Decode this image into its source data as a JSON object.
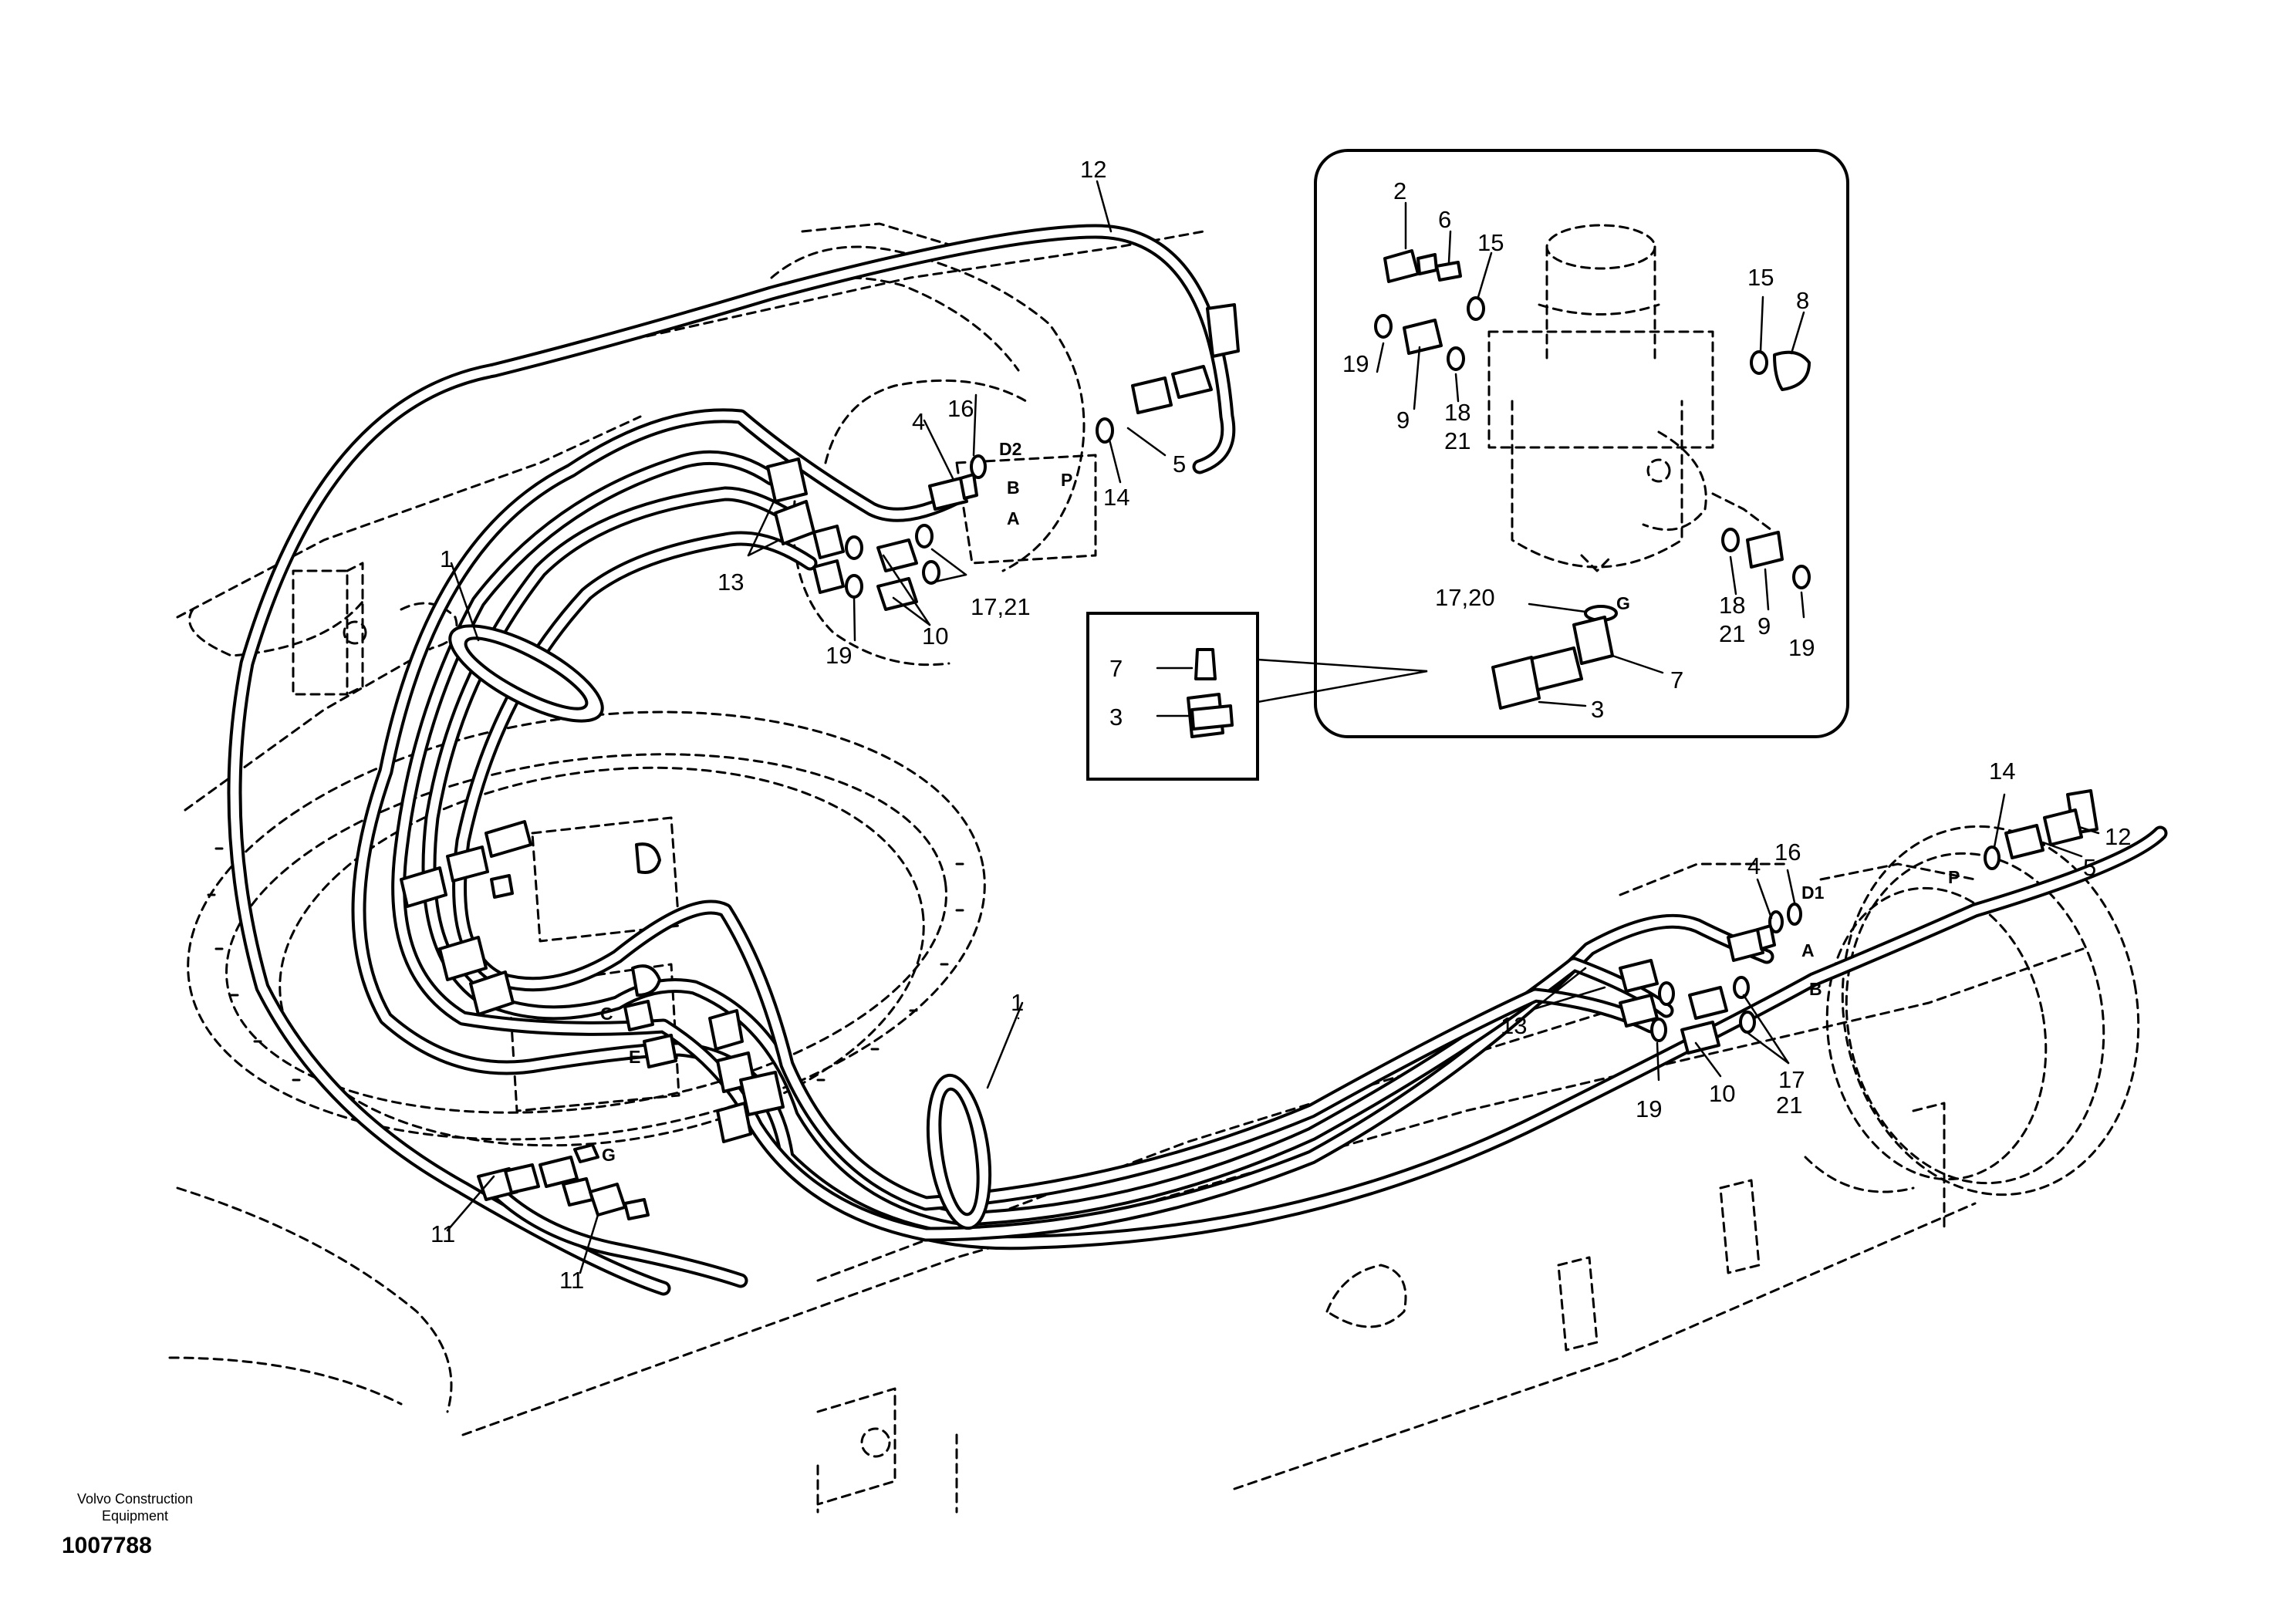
{
  "callouts": {
    "c1_left": "1",
    "c1_right": "1",
    "c2": "2",
    "c3_inset": "3",
    "c3_detail": "3",
    "c4_left": "4",
    "c4_right": "4",
    "c5_left": "5",
    "c5_right": "5",
    "c6": "6",
    "c7_inset": "7",
    "c7_detail": "7",
    "c8": "8",
    "c9_a": "9",
    "c9_b": "9",
    "c10_left": "10",
    "c10_right": "10",
    "c11_a": "11",
    "c11_b": "11",
    "c12_top": "12",
    "c12_right": "12",
    "c13_left": "13",
    "c13_right": "13",
    "c14_left": "14",
    "c14_right": "14",
    "c15_a": "15",
    "c15_b": "15",
    "c16_left": "16",
    "c16_right": "16",
    "c17_21_left": "17,21",
    "c17_right": "17",
    "c21_right": "21",
    "c17_20": "17,20",
    "c18_a": "18",
    "c21_a": "21",
    "c18_b": "18",
    "c21_b": "21",
    "c19_a": "19",
    "c19_b": "19",
    "c19_left": "19",
    "c19_right": "19"
  },
  "ports": {
    "d2": "D2",
    "b_left": "B",
    "p_left": "P",
    "a_left": "A",
    "d1": "D1",
    "p_right": "P",
    "a_right": "A",
    "b_right": "B",
    "c_center": "C",
    "e_center": "E",
    "g_center": "G",
    "g_detail": "G"
  },
  "footer": {
    "publisher_line1": "Volvo Construction",
    "publisher_line2": "Equipment",
    "doc_number": "1007788"
  }
}
